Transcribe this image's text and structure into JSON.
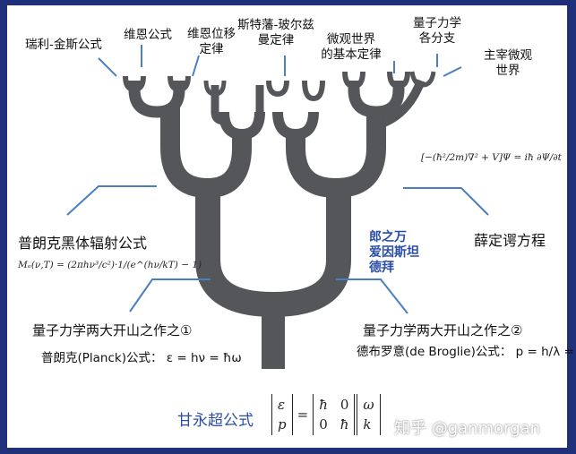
{
  "branch_labels": {
    "rayleigh_jeans": "瑞利-金斯公式",
    "wien": "维恩公式",
    "wien_displacement_1": "维恩位移",
    "wien_displacement_2": "定律",
    "stefan_1": "斯特藩-玻尔兹",
    "stefan_2": "曼定律",
    "micro_1": "微观世界",
    "micro_2": "的基本定律",
    "qm_branches_1": "量子力学",
    "qm_branches_2": "各分支",
    "dominant_1": "主宰微观",
    "dominant_2": "世界"
  },
  "left_formula_label": "普朗克黑体辐射公式",
  "left_formula": "Mₑ(ν,T) = (2πhν³/c²)·1/(e^(hν/kT) − 1)",
  "right_formula_label": "薛定谔方程",
  "right_formula": "[−(ħ²/2m)∇² + V]Ψ = iħ ∂Ψ/∂t",
  "contributors": {
    "line1": "郎之万",
    "line2": "爱因斯坦",
    "line3": "德拜"
  },
  "left_root": {
    "title": "量子力学两大开山之作之①",
    "formula": "普朗克(Planck)公式： ε = hν = ħω"
  },
  "right_root": {
    "title": "量子力学两大开山之作之②",
    "formula": "德布罗意(de Broglie)公式： p = h/λ = ħk"
  },
  "bottom": {
    "title": "甘永超公式",
    "matrix_lhs": [
      "ε",
      "p"
    ],
    "matrix_mid": [
      [
        "ħ",
        "0"
      ],
      [
        "0",
        "ħ"
      ]
    ],
    "matrix_rhs": [
      "ω",
      "k"
    ]
  },
  "watermark": "知乎 @ganmorgan",
  "colors": {
    "frame": "#1f2f7a",
    "tree": "#555659",
    "callout_line": "#4a7fc4",
    "accent_text": "#2b4fa8"
  }
}
